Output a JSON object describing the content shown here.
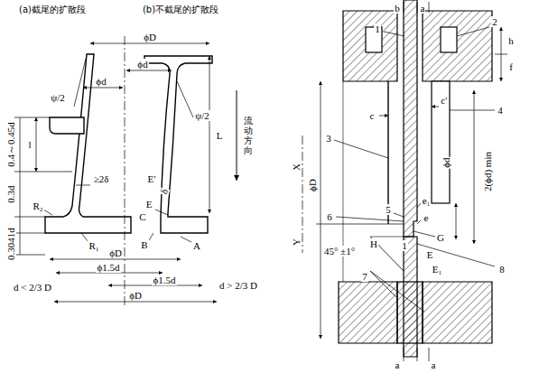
{
  "diagram": {
    "labels": [
      "(a)截尾的扩散段",
      "(b)不截尾的扩散段",
      "ϕD",
      "ϕd",
      "ϕd",
      "ψ/2",
      "ψ/2",
      "L",
      "流动方向",
      "l",
      "0.4～0.45d",
      "0.3d",
      "≥2δ",
      "E′",
      "δ",
      "E",
      "C",
      "R₂",
      "R₁",
      "B",
      "A",
      "0.3041d",
      "ϕD",
      "ϕ1.5d",
      "ϕ1.5d",
      "d < 2/3 D",
      "d > 2/3 D",
      "ϕD",
      "b",
      "a",
      "1",
      "2",
      "h",
      "f",
      "c",
      "c′",
      "4",
      "3",
      "X",
      "ϕD",
      "Y",
      "6",
      "5",
      "e₁",
      "e",
      "ϕd",
      "2(ϕd) min",
      "45° ±1°",
      "H",
      "1",
      "G",
      "E",
      "E₁",
      "8",
      "7",
      "a",
      "a"
    ]
  }
}
